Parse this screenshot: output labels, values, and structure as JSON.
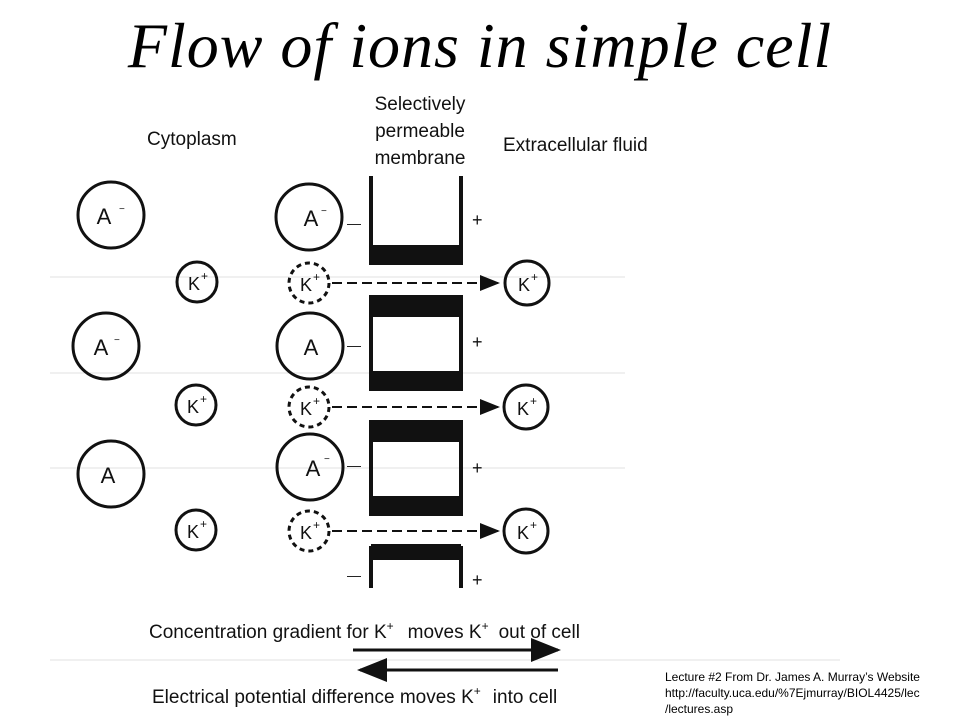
{
  "title": "Flow of ions in simple cell",
  "labels": {
    "cytoplasm": "Cytoplasm",
    "membrane_line1": "Selectively",
    "membrane_line2": "permeable",
    "membrane_line3": "membrane",
    "extracellular": "Extracellular fluid"
  },
  "ions": {
    "anion": "A",
    "anion_charge": "−",
    "potassium": "K",
    "potassium_charge": "+"
  },
  "membrane_charges": {
    "inside": "—",
    "outside": "+"
  },
  "arrows": {
    "concentration_gradient": {
      "text_part1": "Concentration gradient for K",
      "sup1": "+",
      "text_part2": "moves K",
      "sup2": "+",
      "text_part3": "out of cell"
    },
    "electrical_potential": {
      "text_part1": "Electrical potential difference moves K",
      "sup1": "+",
      "text_part2": "into cell"
    }
  },
  "credit": {
    "line1": "Lecture #2 From Dr. James A. Murray’s Website",
    "line2": "http://faculty.uca.edu/%7Ejmurray/BIOL4425/lec",
    "line3": "/lectures.asp"
  }
}
